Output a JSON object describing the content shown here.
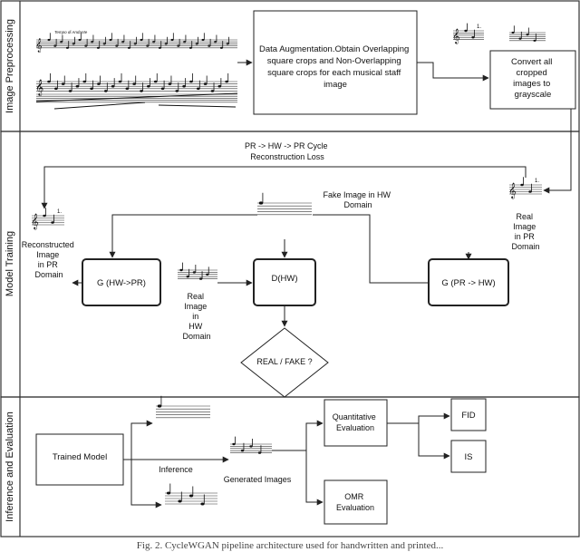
{
  "lanes": {
    "preprocessing": "Image Preprocessing",
    "training": "Model Training",
    "inference": "Inference and Evaluation"
  },
  "preprocessing": {
    "score_heading": "Tempo di Andante",
    "augment_lines": [
      "Data Augmentation.Obtain Overlapping",
      "square crops and Non-Overlapping",
      "square crops for each musical staff",
      "image"
    ],
    "grayscale_lines": [
      "Convert all",
      "cropped",
      "images to",
      "grayscale"
    ]
  },
  "training": {
    "cycle_lines": [
      "PR -> HW -> PR Cycle",
      "Reconstruction Loss"
    ],
    "fake_lines": [
      "Fake Image in HW",
      "Domain"
    ],
    "reconstructed_lines": [
      "Reconstructed",
      "Image",
      "in PR",
      "Domain"
    ],
    "real_pr_lines": [
      "Real",
      "Image",
      "in PR",
      "Domain"
    ],
    "real_hw_lines": [
      "Real",
      "Image",
      "in",
      "HW",
      "Domain"
    ],
    "g_hw_pr": "G (HW->PR)",
    "d_hw": "D(HW)",
    "g_pr_hw": "G (PR -> HW)",
    "decision": "REAL / FAKE ?",
    "staff_number": "1."
  },
  "inference": {
    "trained_model": "Trained Model",
    "inference_label": "Inference",
    "generated_label": "Generated Images",
    "quant_lines": [
      "Quantitative",
      "Evaluation"
    ],
    "omr_lines": [
      "OMR",
      "Evaluation"
    ],
    "fid": "FID",
    "is": "IS"
  },
  "caption": "Fig. 2. CycleWGAN pipeline architecture used for handwritten and printed..."
}
